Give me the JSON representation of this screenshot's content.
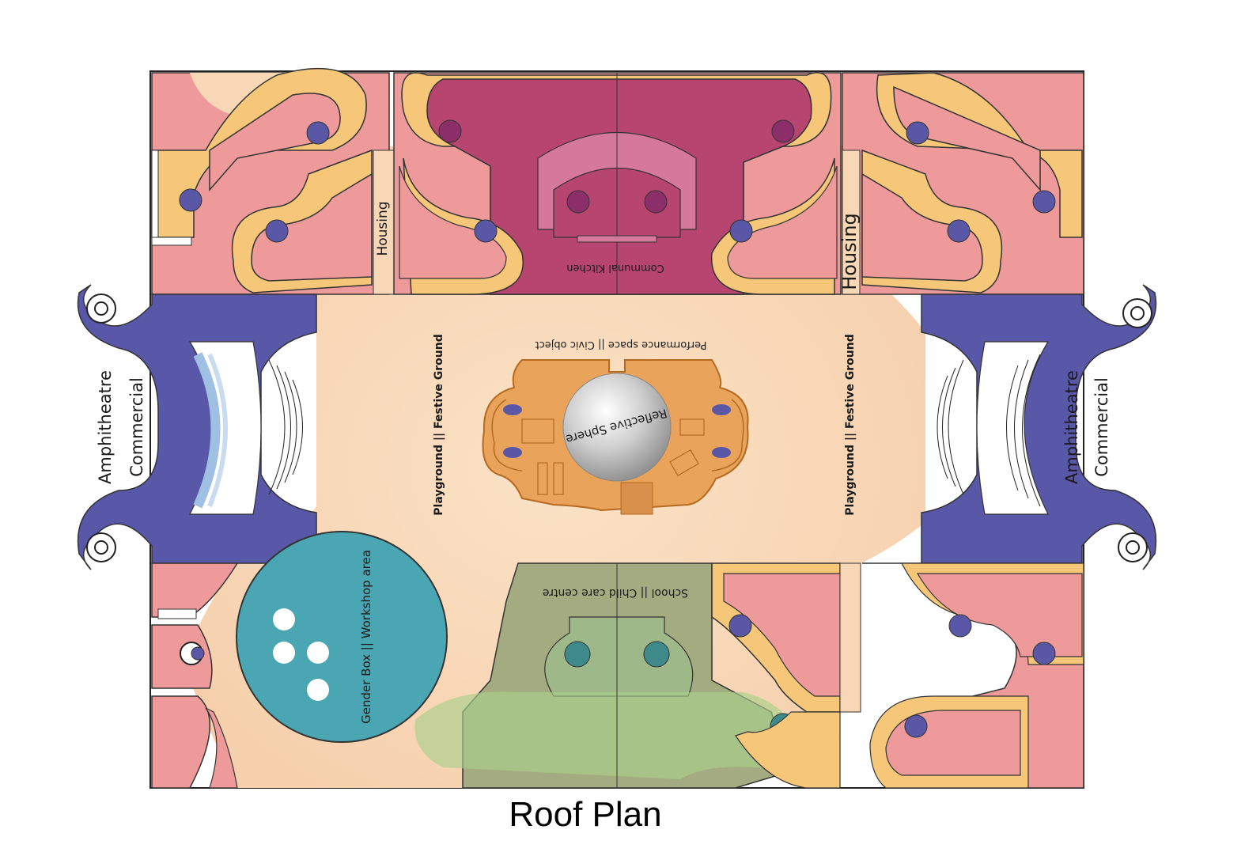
{
  "caption": "Roof Plan",
  "labels": {
    "housing_left": "Housing",
    "housing_right": "Housing",
    "communal_kitchen": "Communal Kitchen",
    "performance_space": "Performance space || Civic object",
    "reflective_sphere": "Reflective Sphere",
    "playground_left": "Playground || Festive Ground",
    "playground_right": "Playground || Festive Ground",
    "amphitheatre_left": "Amphitheatre",
    "commercial_left": "Commercial",
    "amphitheatre_right": "Amphitheatre",
    "commercial_right": "Commercial",
    "gender_box": "Gender Box || Workshop area",
    "school": "School || Child care centre"
  },
  "colors": {
    "housing_pink": "#ee9a9a",
    "housing_light": "#f5b6b3",
    "kitchen_magenta": "#b8456f",
    "node_purple": "#5a58a6",
    "yellow_ring": "#f6c779",
    "amphitheatre_blue": "#5958a8",
    "ground_peach": "#f8d7b7",
    "civic_orange": "#e9a35a",
    "workshop_teal": "#4ba6b4",
    "school_olive": "#a5ab81",
    "school_green": "#a9cf8a"
  }
}
